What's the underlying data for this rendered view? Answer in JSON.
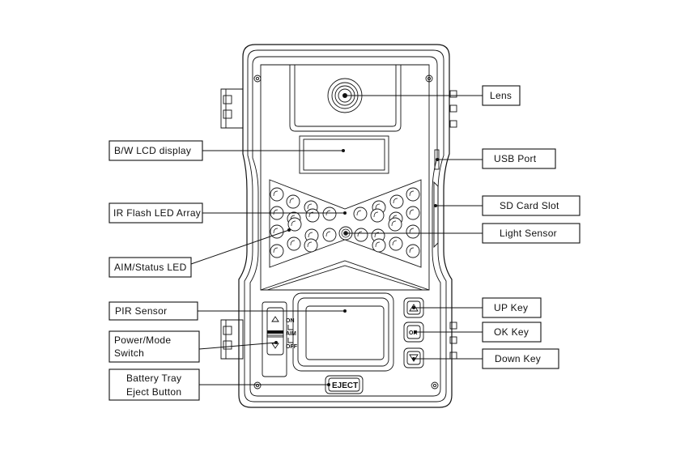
{
  "labels": {
    "lens": "Lens",
    "bw_lcd": "B/W LCD display",
    "usb_port": "USB  Port",
    "ir_flash": "IR Flash LED Array",
    "sd_card": "SD Card Slot",
    "light_sensor": "Light  Sensor",
    "aim_status": "AIM/Status LED",
    "pir_sensor": "PIR Sensor",
    "up_key": "UP  Key",
    "power_mode_1": "Power/Mode",
    "power_mode_2": "Switch",
    "ok_key": "OK  Key",
    "down_key": "Down  Key",
    "battery_1": "Battery Tray",
    "battery_2": "Eject Button"
  },
  "device": {
    "switch_on": "ON",
    "switch_aim": "AIM",
    "switch_off": "OFF",
    "eject": "EJECT",
    "ok_glyph": "OK"
  }
}
